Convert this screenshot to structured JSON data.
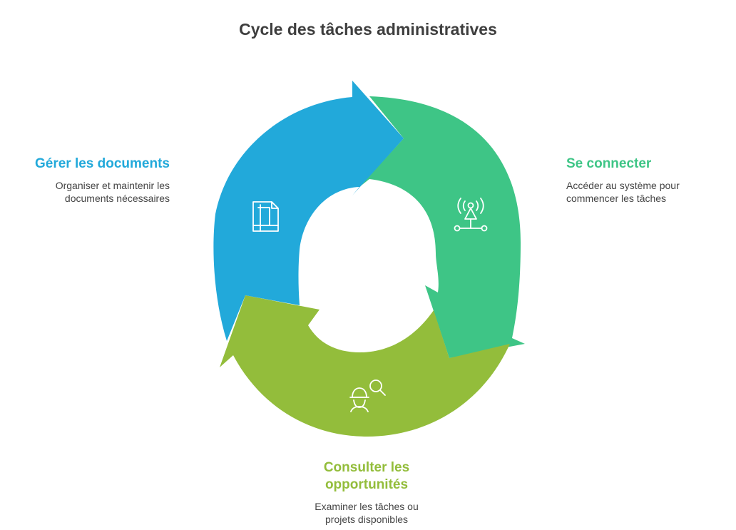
{
  "title": "Cycle des tâches administratives",
  "colors": {
    "blue": "#22a9da",
    "green": "#3ec586",
    "olive": "#93bd3b",
    "title_text": "#3e3e3e",
    "body_text": "#444444"
  },
  "steps": [
    {
      "id": "gerer",
      "heading": "Gérer les documents",
      "description": "Organiser et maintenir les documents nécessaires",
      "description_lines": [
        "Organiser et maintenir les",
        "documents nécessaires"
      ],
      "color": "#22a9da",
      "icon": "document-icon"
    },
    {
      "id": "connecter",
      "heading": "Se connecter",
      "description": "Accéder au système pour commencer les tâches",
      "description_lines": [
        "Accéder au système pour",
        "commencer les tâches"
      ],
      "color": "#3ec586",
      "icon": "network-antenna-icon"
    },
    {
      "id": "consulter",
      "heading": "Consulter les opportunités",
      "heading_lines": [
        "Consulter les",
        "opportunités"
      ],
      "description": "Examiner les tâches ou projets disponibles",
      "description_lines": [
        "Examiner les tâches ou",
        "projets disponibles"
      ],
      "color": "#93bd3b",
      "icon": "worker-search-icon"
    }
  ]
}
